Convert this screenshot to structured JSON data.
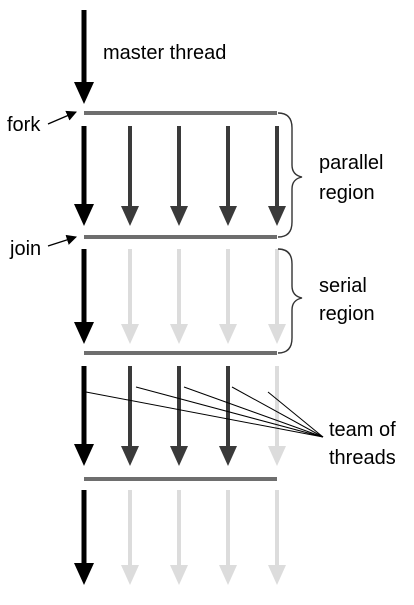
{
  "labels": {
    "master_thread": "master thread",
    "fork": "fork",
    "join": "join",
    "parallel_region_line1": "parallel",
    "parallel_region_line2": "region",
    "serial_region_line1": "serial",
    "serial_region_line2": "region",
    "team_line1": "team of",
    "team_line2": "threads"
  },
  "colors": {
    "master": "#000000",
    "active": "#3a3a3a",
    "idle": "#dcdcdc",
    "bar": "#6e6e6e",
    "bracket": "#333333"
  }
}
